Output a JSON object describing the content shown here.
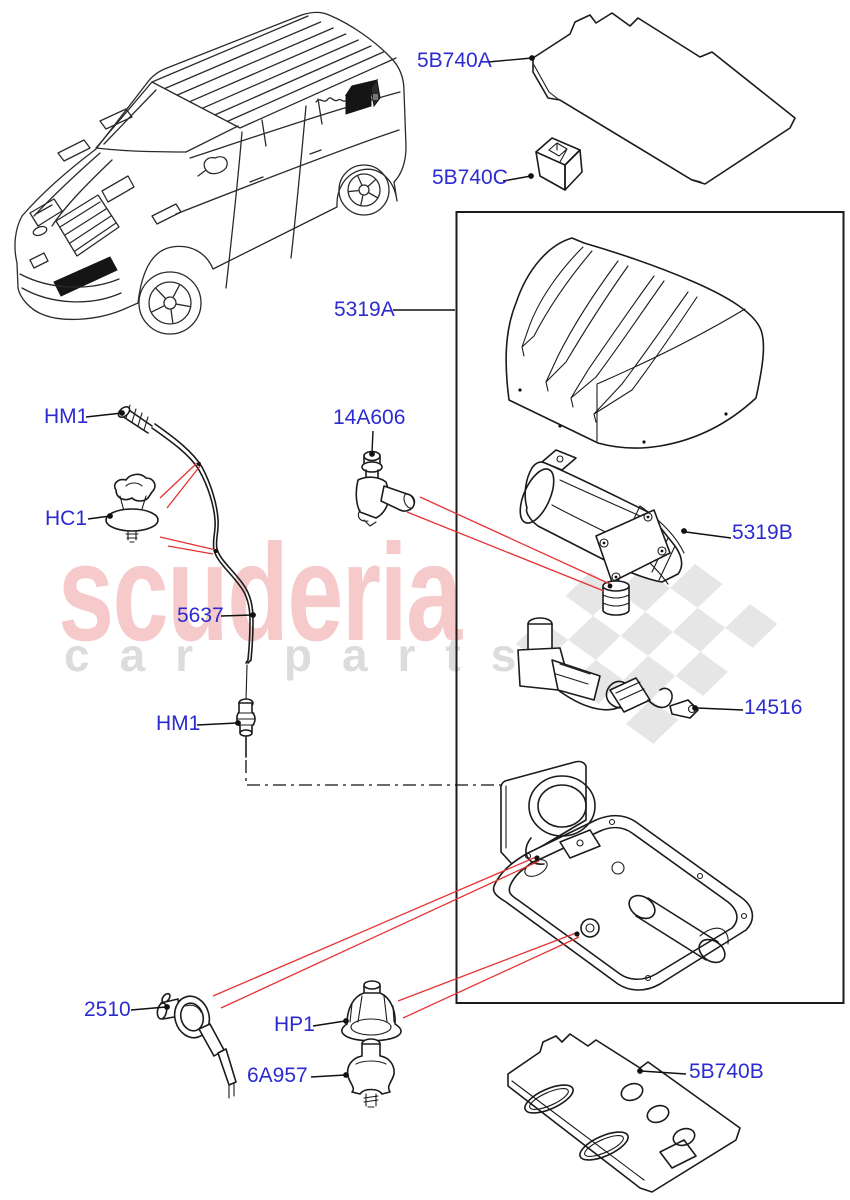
{
  "watermark": {
    "brand": "scuderia",
    "tagline": "car parts"
  },
  "colors": {
    "label_blue": "#2b2bd0",
    "line_black": "#1b1b1b",
    "red_line": "#e63232",
    "watermark_pink": "#f6caca",
    "watermark_gray": "#dcdcdc",
    "checker_gray": "#e6e6e6"
  },
  "parts": [
    {
      "label": "5B740A",
      "name": "boot-floor-cover-upper"
    },
    {
      "label": "5B740C",
      "name": "foam-block"
    },
    {
      "label": "5319A",
      "name": "compressor-cover"
    },
    {
      "label": "HM1",
      "name": "pipe-connector-upper"
    },
    {
      "label": "HC1",
      "name": "pipe-clip"
    },
    {
      "label": "14A606",
      "name": "solenoid-valve"
    },
    {
      "label": "5319B",
      "name": "air-compressor"
    },
    {
      "label": "5637",
      "name": "air-pipe"
    },
    {
      "label": "14516",
      "name": "wiring-harness"
    },
    {
      "label": "HM1",
      "name": "pipe-connector-lower"
    },
    {
      "label": "2510",
      "name": "vent-valve"
    },
    {
      "label": "HP1",
      "name": "grommet"
    },
    {
      "label": "6A957",
      "name": "rubber-mount"
    },
    {
      "label": "5B740B",
      "name": "boot-floor-cover-lower"
    }
  ]
}
